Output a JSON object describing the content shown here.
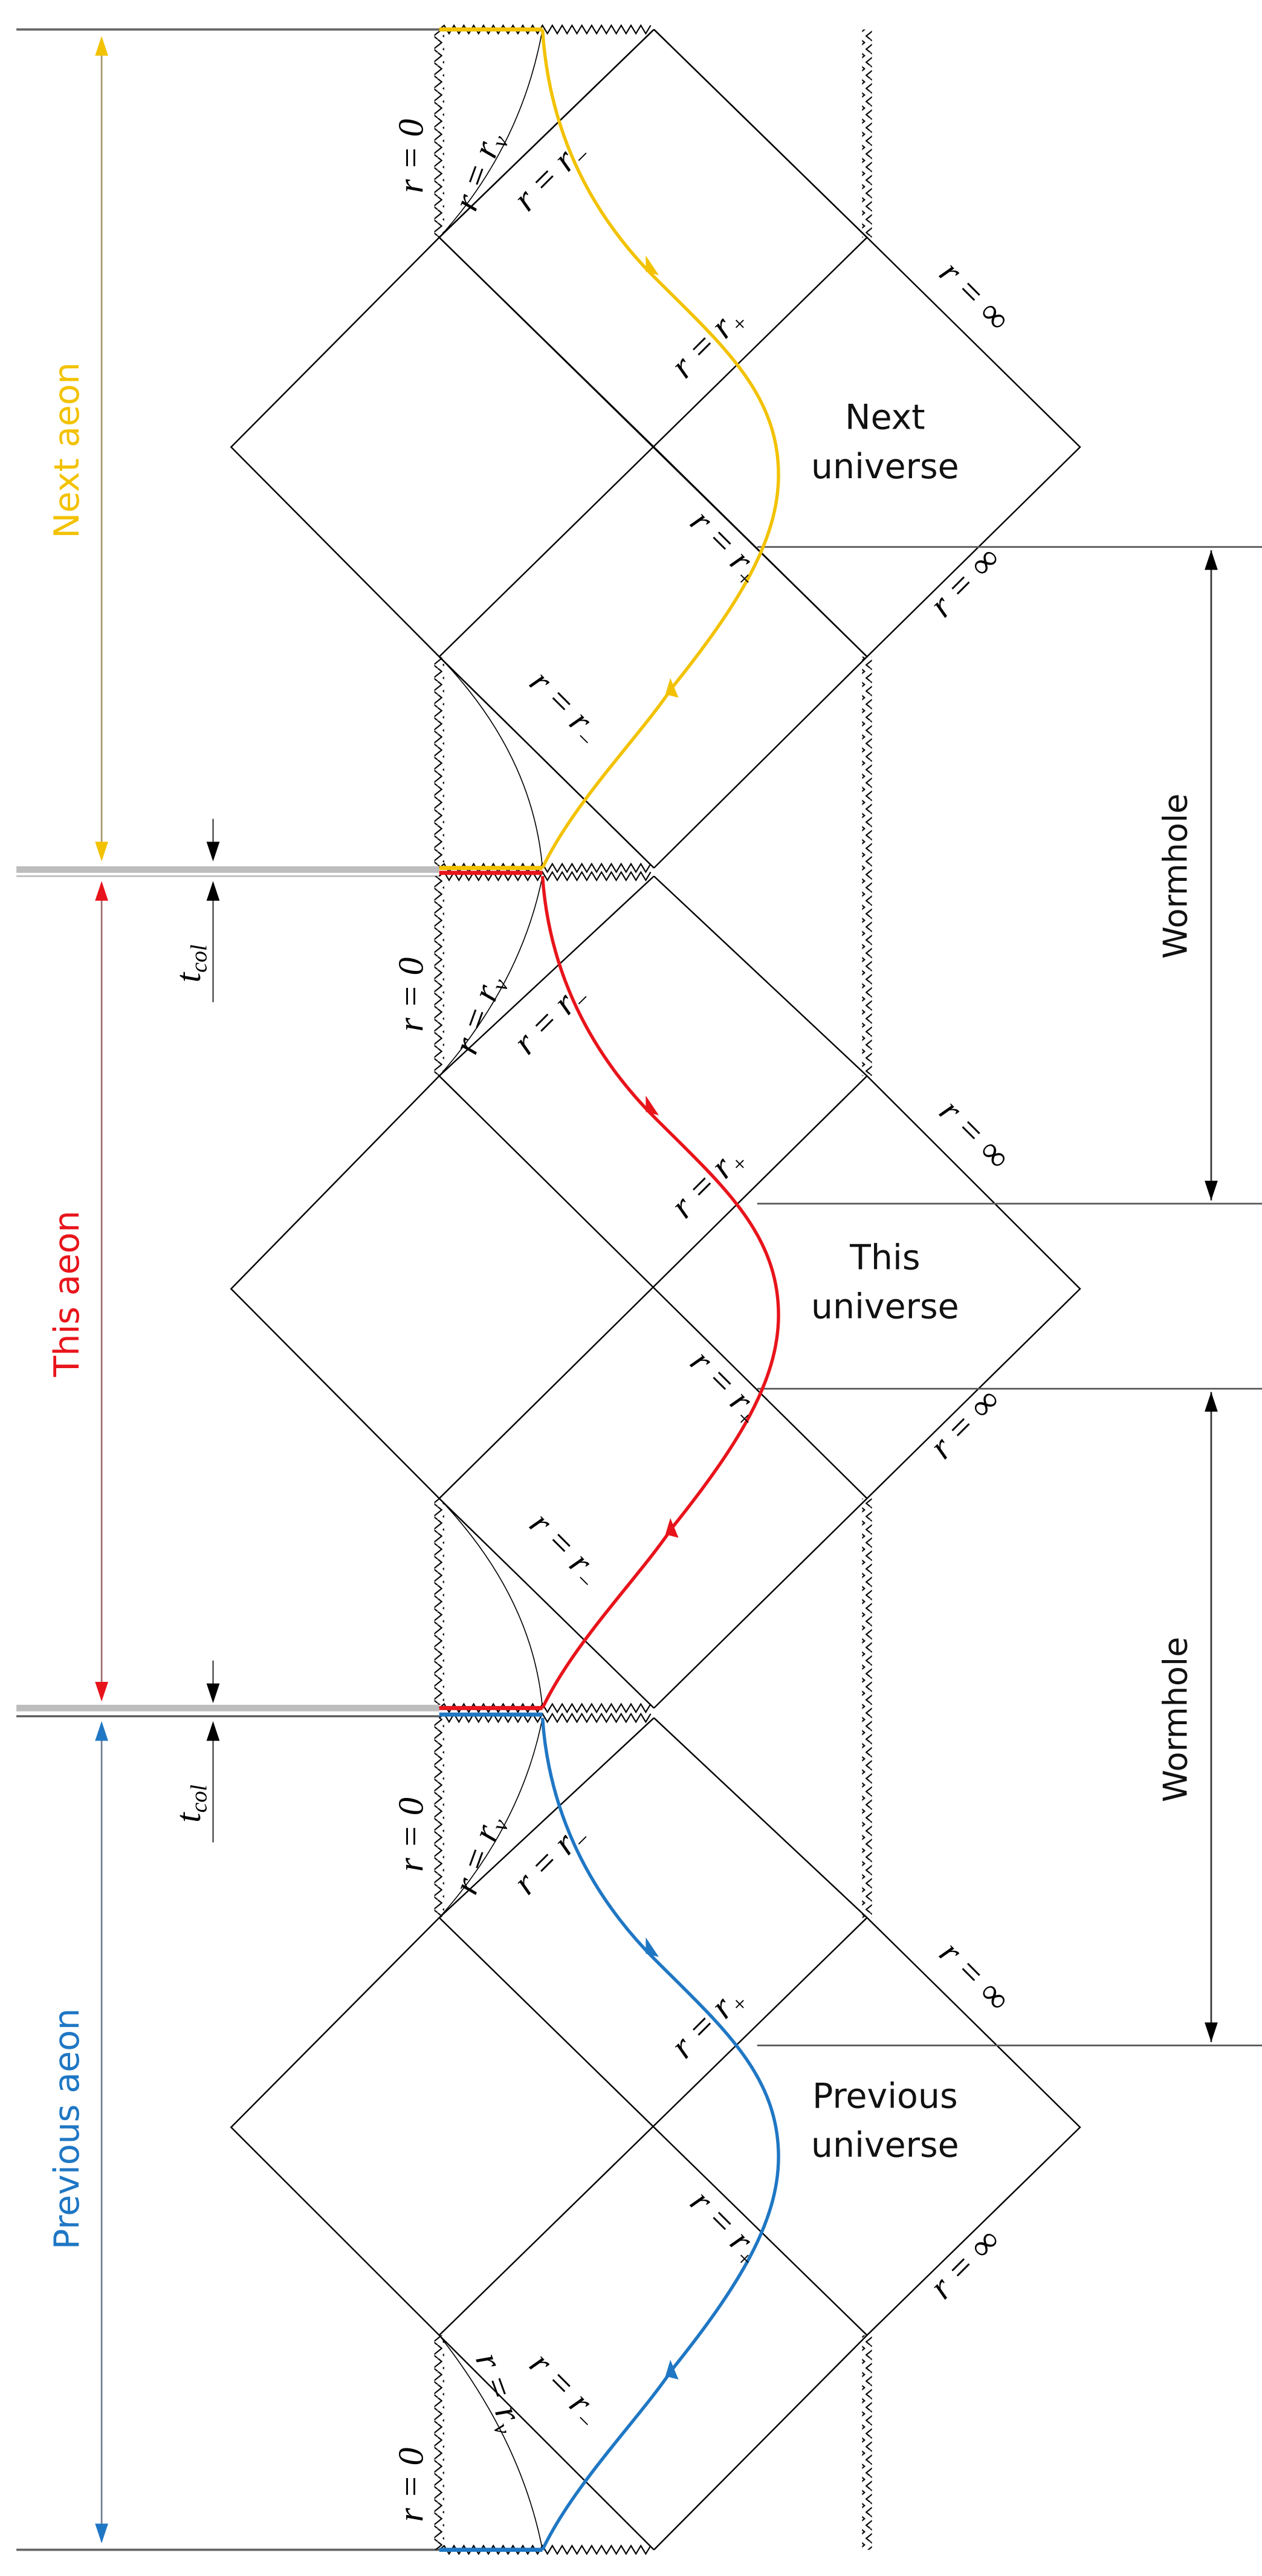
{
  "title": "Penrose diagram of successive aeons connected through wormholes",
  "colors": {
    "next": "#f2c200",
    "this": "#e8141b",
    "previous": "#1f77c4",
    "lines": "#000000",
    "boundary_band": "#b8b8b8"
  },
  "aeons": [
    {
      "id": "next",
      "label": "Next aeon",
      "color": "#f2c200"
    },
    {
      "id": "this",
      "label": "This aeon",
      "color": "#e8141b"
    },
    {
      "id": "previous",
      "label": "Previous aeon",
      "color": "#1f77c4"
    }
  ],
  "universes": [
    {
      "id": "next",
      "line1": "Next",
      "line2": "universe"
    },
    {
      "id": "this",
      "line1": "This",
      "line2": "universe"
    },
    {
      "id": "previous",
      "line1": "Previous",
      "line2": "universe"
    }
  ],
  "wormholes": [
    {
      "label": "Wormhole"
    },
    {
      "label": "Wormhole"
    }
  ],
  "tcol": {
    "main": "t",
    "sub": "col"
  },
  "labels": {
    "r_zero": "r = 0",
    "r_nu": "r = r",
    "r_nu_sub": "ν",
    "r_minus": "r = r",
    "r_minus_sub": "−",
    "r_plus": "r = r",
    "r_plus_sub": "+",
    "r_inf": "r = ∞"
  }
}
